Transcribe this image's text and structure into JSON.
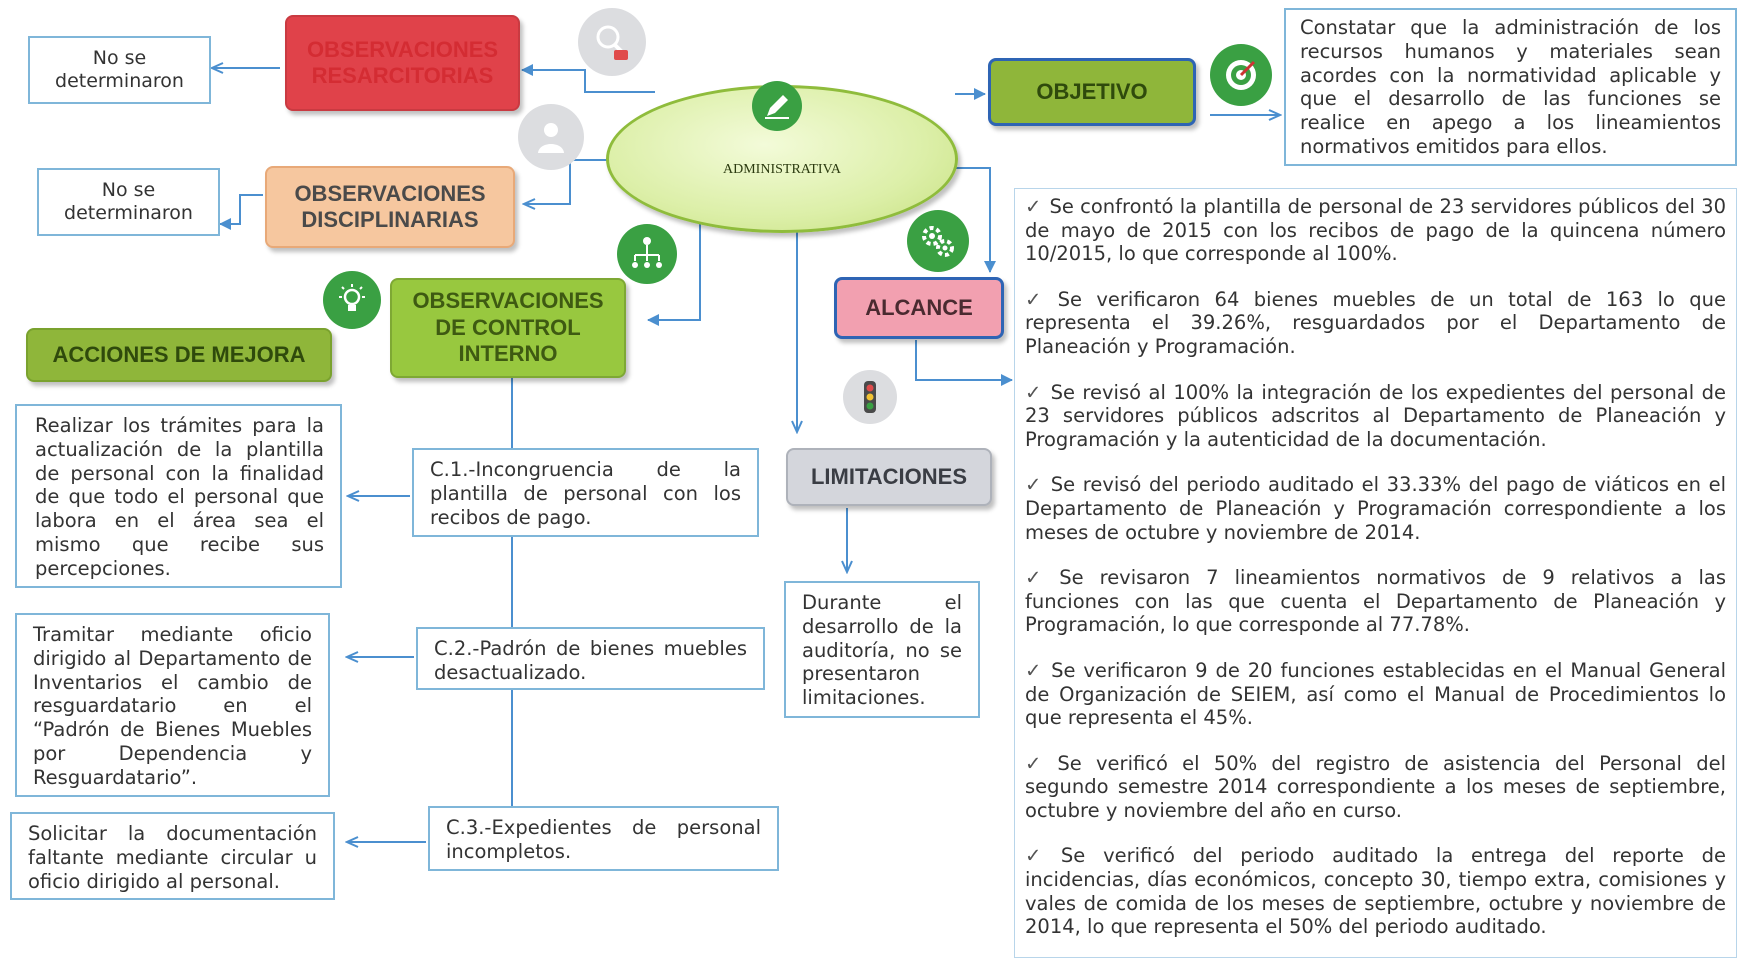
{
  "center": {
    "label": "ADMINISTRATIVA"
  },
  "observaciones_resarcitorias": {
    "label_1": "OBSERVACIONES",
    "label_2": "RESARCITORIAS",
    "result": "No se determinaron"
  },
  "observaciones_disciplinarias": {
    "label_1": "OBSERVACIONES",
    "label_2": "DISCIPLINARIAS",
    "result": "No se determinaron"
  },
  "observaciones_control_interno": {
    "label_1": "OBSERVACIONES",
    "label_2": "DE CONTROL",
    "label_3": "INTERNO"
  },
  "acciones_de_mejora": {
    "label": "ACCIONES DE MEJORA"
  },
  "objetivo": {
    "label": "OBJETIVO",
    "text": "Constatar que la administración de los recursos humanos y materiales sean acordes con la normatividad aplicable y que el desarrollo de las funciones se realice en apego a los lineamientos normativos emitidos para ellos."
  },
  "alcance": {
    "label": "ALCANCE",
    "check_symbol": "✓",
    "items": [
      "Se confrontó la plantilla de personal de 23 servidores públicos del 30 de mayo de 2015 con los recibos de pago de la quincena número 10/2015, lo que corresponde al 100%.",
      "Se verificaron 64 bienes muebles de un total de 163 lo que representa el 39.26%, resguardados por el Departamento de Planeación y Programación.",
      "Se revisó al 100% la integración de los expedientes del personal de 23 servidores públicos adscritos al Departamento de Planeación y Programación y la autenticidad de la documentación.",
      "Se revisó del periodo auditado el 33.33% del pago de viáticos en el Departamento de Planeación y Programación correspondiente a los meses de octubre y noviembre de 2014.",
      "Se revisaron 7 lineamientos normativos de 9 relativos a las funciones con las que cuenta el Departamento de Planeación y Programación, lo que corresponde al 77.78%.",
      "Se verificaron 9 de 20 funciones establecidas en el Manual General de Organización de SEIEM, así como el Manual de Procedimientos lo que representa el 45%.",
      "Se verificó el 50% del registro de asistencia del Personal del segundo semestre 2014 correspondiente a los meses de septiembre, octubre y noviembre del año en curso.",
      "Se verificó del periodo auditado la entrega del reporte de incidencias, días económicos, concepto 30, tiempo extra, comisiones y vales de comida de los meses de septiembre, octubre y noviembre de 2014, lo que representa el 50% del periodo auditado."
    ]
  },
  "limitaciones": {
    "label": "LIMITACIONES",
    "text": "Durante el desarrollo de la auditoría, no se presentaron limitaciones."
  },
  "findings": [
    {
      "text": "C.1.-Incongruencia de la plantilla de personal con los recibos de pago.",
      "accion": "Realizar los trámites para la actualización de la plantilla de personal con la finalidad de que todo el personal que labora en el área sea el mismo que recibe sus percepciones."
    },
    {
      "text": "C.2.-Padrón de bienes muebles desactualizado.",
      "accion": "Tramitar mediante oficio dirigido al Departamento de Inventarios el cambio de resguardatario en el “Padrón de Bienes Muebles por Dependencia y Resguardatario”."
    },
    {
      "text": "C.3.-Expedientes de personal incompletos.",
      "accion": "Solicitar la documentación faltante mediante circular u oficio dirigido al personal."
    }
  ],
  "colors": {
    "line": "#4b8fcf",
    "border": "#7fb6d9",
    "red": "#e0424a",
    "orange": "#f6c79f",
    "green": "#98c83f",
    "olive": "#8fb63a",
    "pink": "#f2a0b0",
    "gray": "#d4d6dc",
    "center": "#dcefa8"
  },
  "icons": [
    "magnifier-icon",
    "person-icon",
    "target-icon",
    "org-chart-icon",
    "gears-icon",
    "lightbulb-icon",
    "traffic-light-icon",
    "pen-icon"
  ]
}
